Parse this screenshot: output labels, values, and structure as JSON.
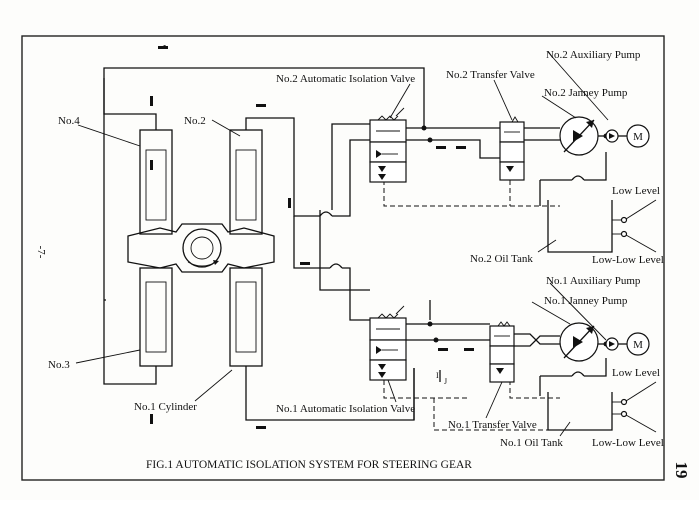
{
  "labels": {
    "no4": "No.4",
    "no2": "No.2",
    "no3": "No.3",
    "no1_cylinder": "No.1 Cylinder",
    "no2_isolation_valve": "No.2 Automatic Isolation Valve",
    "no1_isolation_valve": "No.1 Automatic Isolation Valve",
    "no2_transfer_valve": "No.2 Transfer Valve",
    "no1_transfer_valve": "No.1 Transfer Valve",
    "no2_aux_pump": "No.2 Auxiliary Pump",
    "no2_janney_pump": "No.2 Janney Pump",
    "no1_aux_pump": "No.1 Auxiliary Pump",
    "no1_janney_pump": "No.1 Janney Pump",
    "no2_oil_tank": "No.2 Oil Tank",
    "no1_oil_tank": "No.1 Oil Tank",
    "low_level_top": "Low Level",
    "low_low_level_top": "Low-Low Level",
    "low_level_bottom": "Low Level",
    "low_low_level_bottom": "Low-Low Level",
    "motor_top": "M",
    "motor_bottom": "M"
  },
  "caption": "FIG.1 AUTOMATIC ISOLATION SYSTEM FOR STEERING GEAR",
  "page_marks": {
    "side_page_number": "-7-",
    "corner_number": "19"
  }
}
